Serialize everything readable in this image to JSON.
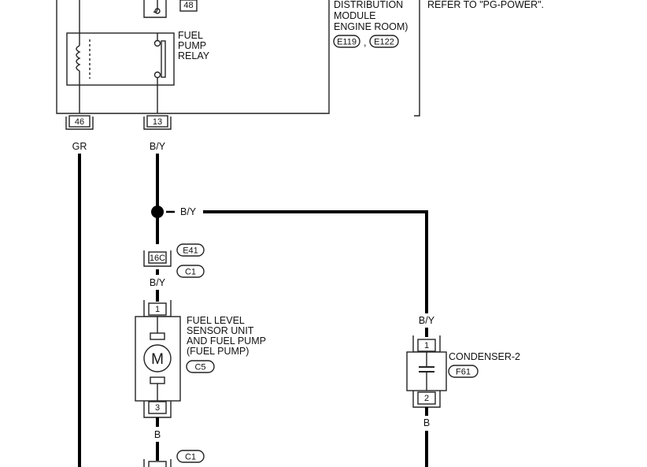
{
  "module": {
    "name_lines": [
      "DISTRIBUTION",
      "MODULE",
      "ENGINE ROOM)"
    ],
    "connectors": [
      "E119",
      "E122"
    ],
    "separator": ","
  },
  "note": "REFER TO \"PG-POWER\".",
  "relay": {
    "name_lines": [
      "FUEL",
      "PUMP",
      "RELAY"
    ],
    "top_terminal": "48"
  },
  "terminals": {
    "t46": "46",
    "t13": "13",
    "t16c": "16C",
    "p1_pump": "1",
    "p3_pump": "3",
    "p1_cond": "1",
    "p2_cond": "2"
  },
  "wire_colors": {
    "gr": "GR",
    "by_top": "B/Y",
    "by_junction": "B/Y",
    "by_below_16c": "B/Y",
    "by_condenser": "B/Y",
    "b_pump": "B",
    "b_condenser": "B"
  },
  "connectors": {
    "e41": "E41",
    "c1_upper": "C1",
    "c5": "C5",
    "f61": "F61",
    "c1_lower": "C1"
  },
  "pump": {
    "name_lines": [
      "FUEL LEVEL",
      "SENSOR UNIT",
      "AND FUEL PUMP",
      "(FUEL PUMP)"
    ],
    "motor_symbol": "M"
  },
  "condenser": {
    "name": "CONDENSER-2"
  }
}
